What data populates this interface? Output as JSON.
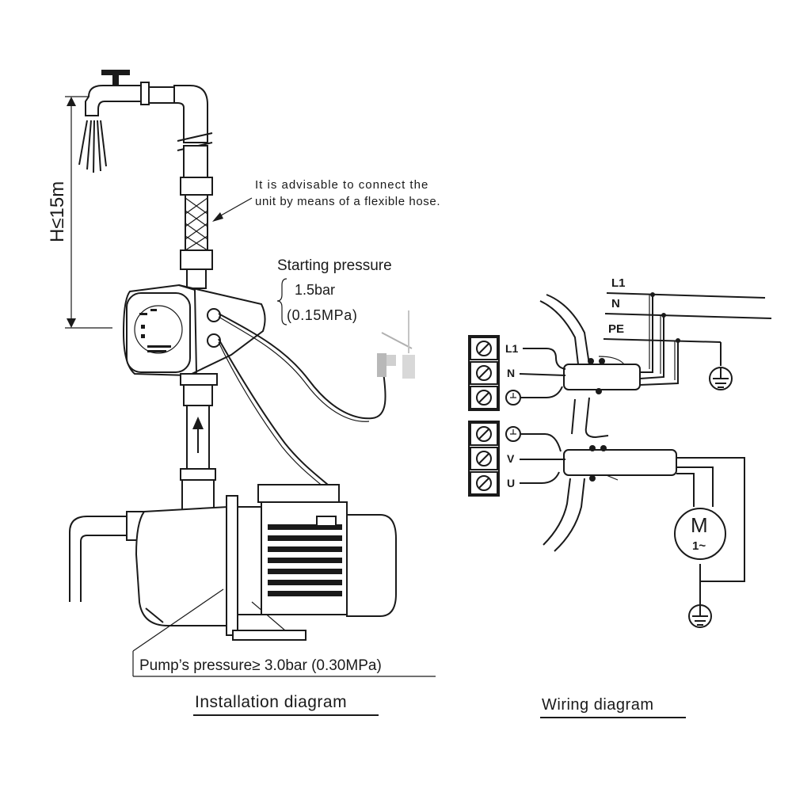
{
  "installation": {
    "height_label": "H≤15m",
    "hose_note_line1": "It is advisable to connect the",
    "hose_note_line2": "unit by means of a flexible hose.",
    "starting_pressure_title": "Starting pressure",
    "starting_pressure_bar": "1.5bar",
    "starting_pressure_mpa": "(0.15MPa)",
    "pump_pressure": "Pump’s pressure≥ 3.0bar (0.30MPa)",
    "caption": "Installation diagram"
  },
  "wiring": {
    "supply_lines": [
      "L1",
      "N",
      "PE"
    ],
    "input_terminals": [
      "L1",
      "N",
      "⏚"
    ],
    "output_terminals": [
      "⏚",
      "V",
      "U"
    ],
    "motor_label": "M",
    "motor_phase": "1~",
    "caption": "Wiring diagram"
  }
}
